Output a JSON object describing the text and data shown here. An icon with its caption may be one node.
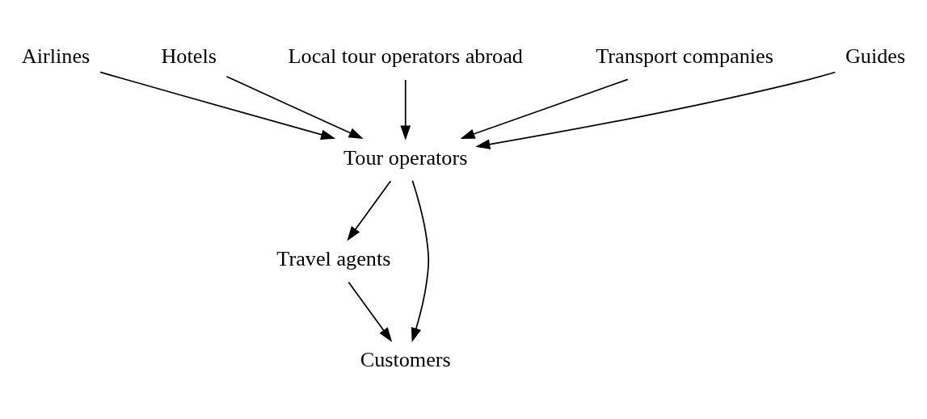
{
  "diagram": {
    "nodes": [
      {
        "text": [
          "Airlines"
        ]
      },
      {
        "text": [
          "Hotels"
        ]
      },
      {
        "text": [
          "Local tour operators abroad"
        ]
      },
      {
        "text": [
          "Transport companies"
        ]
      },
      {
        "text": [
          "Guides"
        ]
      },
      {
        "text": [
          "Tour operators"
        ]
      },
      {
        "text": [
          "Travel agents"
        ]
      },
      {
        "text": [
          "Customers"
        ]
      }
    ],
    "edges": [
      {
        "from": 0,
        "to": 5,
        "arrow": "to"
      },
      {
        "from": 1,
        "to": 5,
        "arrow": "to"
      },
      {
        "from": 2,
        "to": 5,
        "arrow": "to"
      },
      {
        "from": 3,
        "to": 5,
        "arrow": "to"
      },
      {
        "from": 4,
        "to": 5,
        "arrow": "to"
      },
      {
        "from": 5,
        "to": 6,
        "arrow": "to"
      },
      {
        "from": 6,
        "to": 7,
        "arrow": "to"
      },
      {
        "from": 5,
        "to": 7,
        "arrow": "to"
      }
    ]
  }
}
